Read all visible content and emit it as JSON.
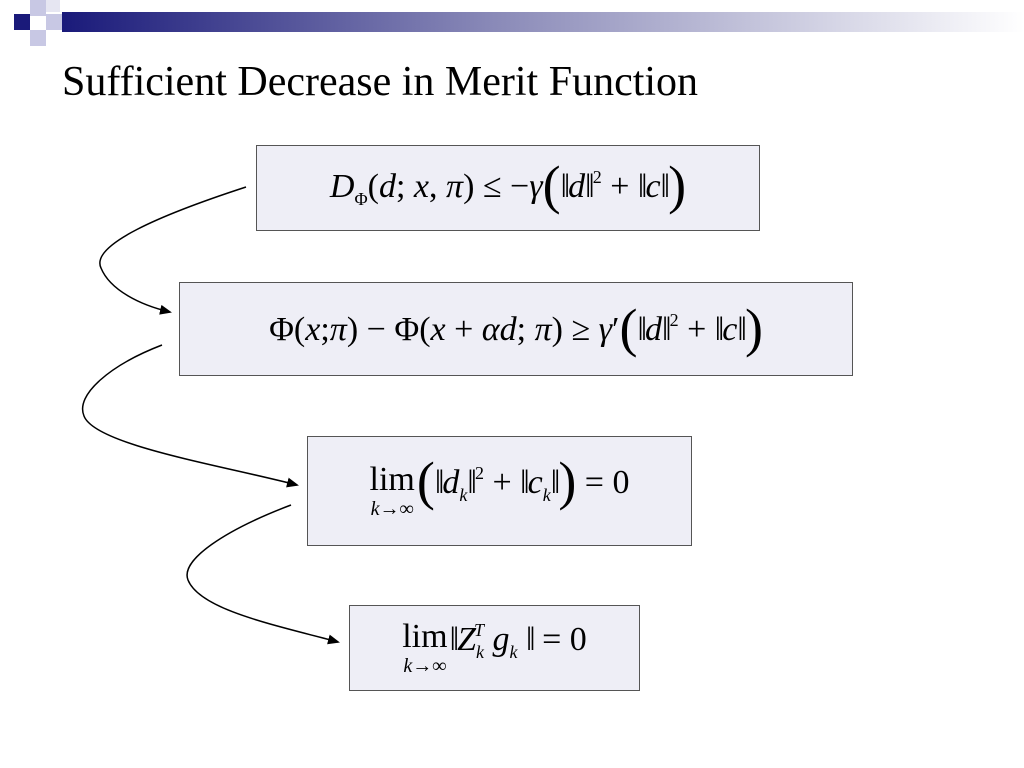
{
  "slide": {
    "title": "Sufficient Decrease in Merit Function"
  },
  "colors": {
    "header_dark": "#1a1a7a",
    "header_light": "#ffffff",
    "box_fill": "#eeeef6",
    "box_border": "#555555",
    "text": "#000000"
  },
  "formulas": [
    {
      "id": "directional-derivative",
      "latex": "D_\\Phi(d; x, \\pi) \\le -\\gamma\\left(\\|d\\|^2 + \\|c\\|\\right)"
    },
    {
      "id": "merit-decrease",
      "latex": "\\Phi(x;\\pi) - \\Phi(x + \\alpha d;\\pi) \\ge \\gamma'\\left(\\|d\\|^2 + \\|c\\|\\right)"
    },
    {
      "id": "limit-step-constraint",
      "latex": "\\lim_{k\\to\\infty}\\left(\\|d_k\\|^2 + \\|c_k\\|\\right) = 0"
    },
    {
      "id": "limit-reduced-gradient",
      "latex": "\\lim_{k\\to\\infty}\\left\\|Z_k^T g_k\\right\\| = 0"
    }
  ]
}
